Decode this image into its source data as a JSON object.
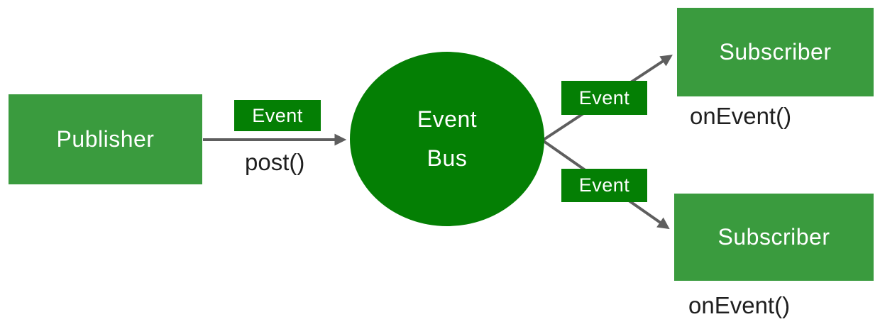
{
  "diagram": {
    "type": "event-bus-pattern",
    "colors": {
      "node_green": "#3a9b3e",
      "accent_green": "#047f04",
      "arrow_gray": "#5e5e5e",
      "text_dark": "#1f1f1f",
      "text_light": "#ffffff",
      "bg": "#ffffff"
    },
    "publisher": {
      "label": "Publisher",
      "method": "post()"
    },
    "event_bus": {
      "label_line1": "Event",
      "label_line2": "Bus"
    },
    "event_tags": {
      "left": "Event",
      "top": "Event",
      "bottom": "Event"
    },
    "subscribers": [
      {
        "label": "Subscriber",
        "method": "onEvent()"
      },
      {
        "label": "Subscriber",
        "method": "onEvent()"
      }
    ]
  }
}
